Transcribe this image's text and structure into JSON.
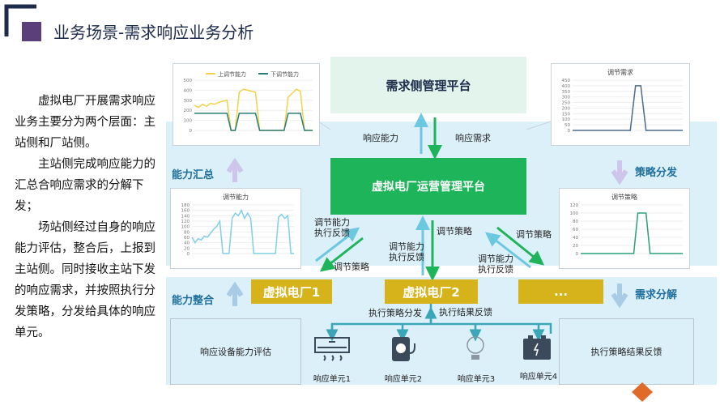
{
  "title": "业务场景-需求响应业务分析",
  "left_text": [
    "虚拟电厂开展需求响应业务主要分为两个层面：主站侧和厂站侧。",
    "主站侧完成响应能力的汇总合响应需求的分解下发；",
    "场站侧经过自身的响应能力评估，整合后，上报到主站侧。同时接收主站下发的响应需求，并按照执行分发策略，分发给具体的响应单元。"
  ],
  "platforms": {
    "demand_side": "需求侧管理平台",
    "vpp_ops": "虚拟电厂运营管理平台"
  },
  "arrows": {
    "response_capacity": "响应能力",
    "response_demand": "响应需求",
    "reg_cap": "调节能力",
    "exec_fb": "执行反馈",
    "reg_strategy": "调节策略",
    "exec_dispatch": "执行策略分发",
    "exec_result_fb": "执行结果反馈"
  },
  "side_labels": {
    "cap_summary": "能力汇总",
    "strategy_dispatch": "策略分发",
    "cap_integration": "能力整合",
    "demand_decomp": "需求分解"
  },
  "vpps": [
    "虚拟电厂1",
    "虚拟电厂2",
    "..."
  ],
  "bottom": {
    "left": "响应设备能力评估",
    "right": "执行策略结果反馈"
  },
  "units": [
    {
      "label": "响应单元1",
      "icon": "air-conditioner-icon"
    },
    {
      "label": "响应单元2",
      "icon": "charging-pile-icon"
    },
    {
      "label": "响应单元3",
      "icon": "light-bulb-icon"
    },
    {
      "label": "响应单元4",
      "icon": "battery-icon"
    }
  ],
  "colors": {
    "green": "#1eb45a",
    "yellow": "#d6b31b",
    "band": "#dcf0fa",
    "lightblue_arrow": "#6cc8e0",
    "navy": "#1d2b4a"
  },
  "chart_data": [
    {
      "type": "line",
      "series": [
        {
          "name": "上调节能力",
          "color": "#f2d24a",
          "values": [
            250,
            230,
            260,
            240,
            270,
            260,
            280,
            290,
            300,
            0,
            0,
            380,
            410,
            400,
            390,
            380,
            0,
            0,
            0,
            0,
            0,
            0,
            0,
            330,
            370,
            410,
            390,
            0,
            0,
            0
          ]
        },
        {
          "name": "下调节能力",
          "color": "#2a7d7a",
          "values": [
            170,
            170,
            170,
            170,
            170,
            170,
            170,
            170,
            170,
            0,
            0,
            170,
            170,
            170,
            170,
            170,
            0,
            0,
            0,
            0,
            0,
            0,
            0,
            170,
            170,
            170,
            170,
            0,
            0,
            0
          ]
        }
      ],
      "yticks": [
        "0",
        "100",
        "200",
        "300",
        "400",
        "500"
      ],
      "ylim": [
        0,
        500
      ]
    },
    {
      "type": "line",
      "title": "调节需求",
      "series": [
        {
          "color": "#4a6b8a",
          "values": [
            0,
            0,
            0,
            0,
            0,
            0,
            0,
            0,
            0,
            0,
            0,
            0,
            400,
            400,
            0,
            0,
            0,
            0,
            0,
            0,
            0,
            0
          ]
        }
      ],
      "yticks": [
        "0",
        "50",
        "100",
        "150",
        "200",
        "250",
        "300",
        "350",
        "400",
        "450"
      ],
      "ylim": [
        0,
        450
      ]
    },
    {
      "type": "line",
      "title": "调节能力",
      "series": [
        {
          "color": "#7fd0e6",
          "values": [
            60,
            40,
            55,
            50,
            65,
            60,
            75,
            90,
            100,
            120,
            0,
            0,
            0,
            130,
            150,
            140,
            160,
            130,
            150,
            130,
            0,
            0,
            0,
            0,
            0,
            0,
            0,
            0,
            135,
            145,
            130,
            140,
            0,
            0
          ]
        }
      ],
      "yticks": [
        "0",
        "20",
        "40",
        "60",
        "80",
        "100",
        "120",
        "140",
        "160",
        "180"
      ],
      "ylim": [
        0,
        180
      ]
    },
    {
      "type": "line",
      "title": "调节策略",
      "series": [
        {
          "color": "#2aa07a",
          "values": [
            0,
            0,
            0,
            0,
            0,
            0,
            0,
            0,
            0,
            0,
            0,
            0,
            0,
            0,
            100,
            100,
            100,
            0,
            0,
            0,
            0,
            0,
            0,
            0,
            0,
            0
          ]
        }
      ],
      "yticks": [
        "0",
        "20",
        "40",
        "60",
        "80",
        "100",
        "120"
      ],
      "ylim": [
        0,
        120
      ]
    }
  ]
}
